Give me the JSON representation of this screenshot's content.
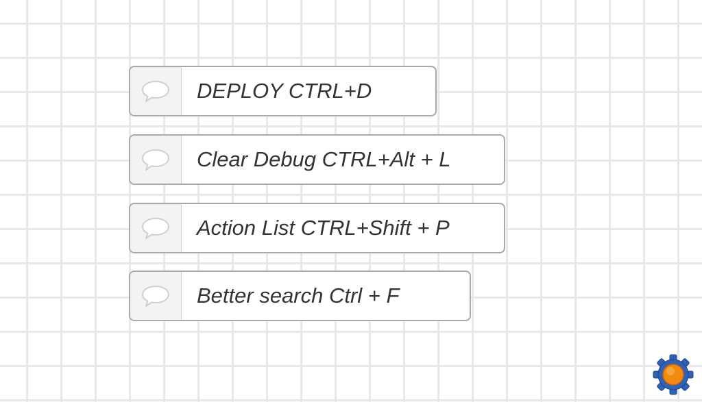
{
  "nodes": [
    {
      "label": "DEPLOY CTRL+D",
      "icon": "comment-icon"
    },
    {
      "label": "Clear Debug CTRL+Alt + L",
      "icon": "comment-icon"
    },
    {
      "label": "Action List CTRL+Shift + P",
      "icon": "comment-icon"
    },
    {
      "label": "Better search Ctrl + F",
      "icon": "comment-icon"
    }
  ],
  "corner_widget": {
    "icon": "gear-icon",
    "colors": {
      "gear": "#2f62b5",
      "center": "#f28a12"
    }
  },
  "colors": {
    "grid_line": "#e8e8e8",
    "node_border": "#a9a9a9",
    "icon_panel": "#f3f3f3",
    "text": "#333333"
  }
}
